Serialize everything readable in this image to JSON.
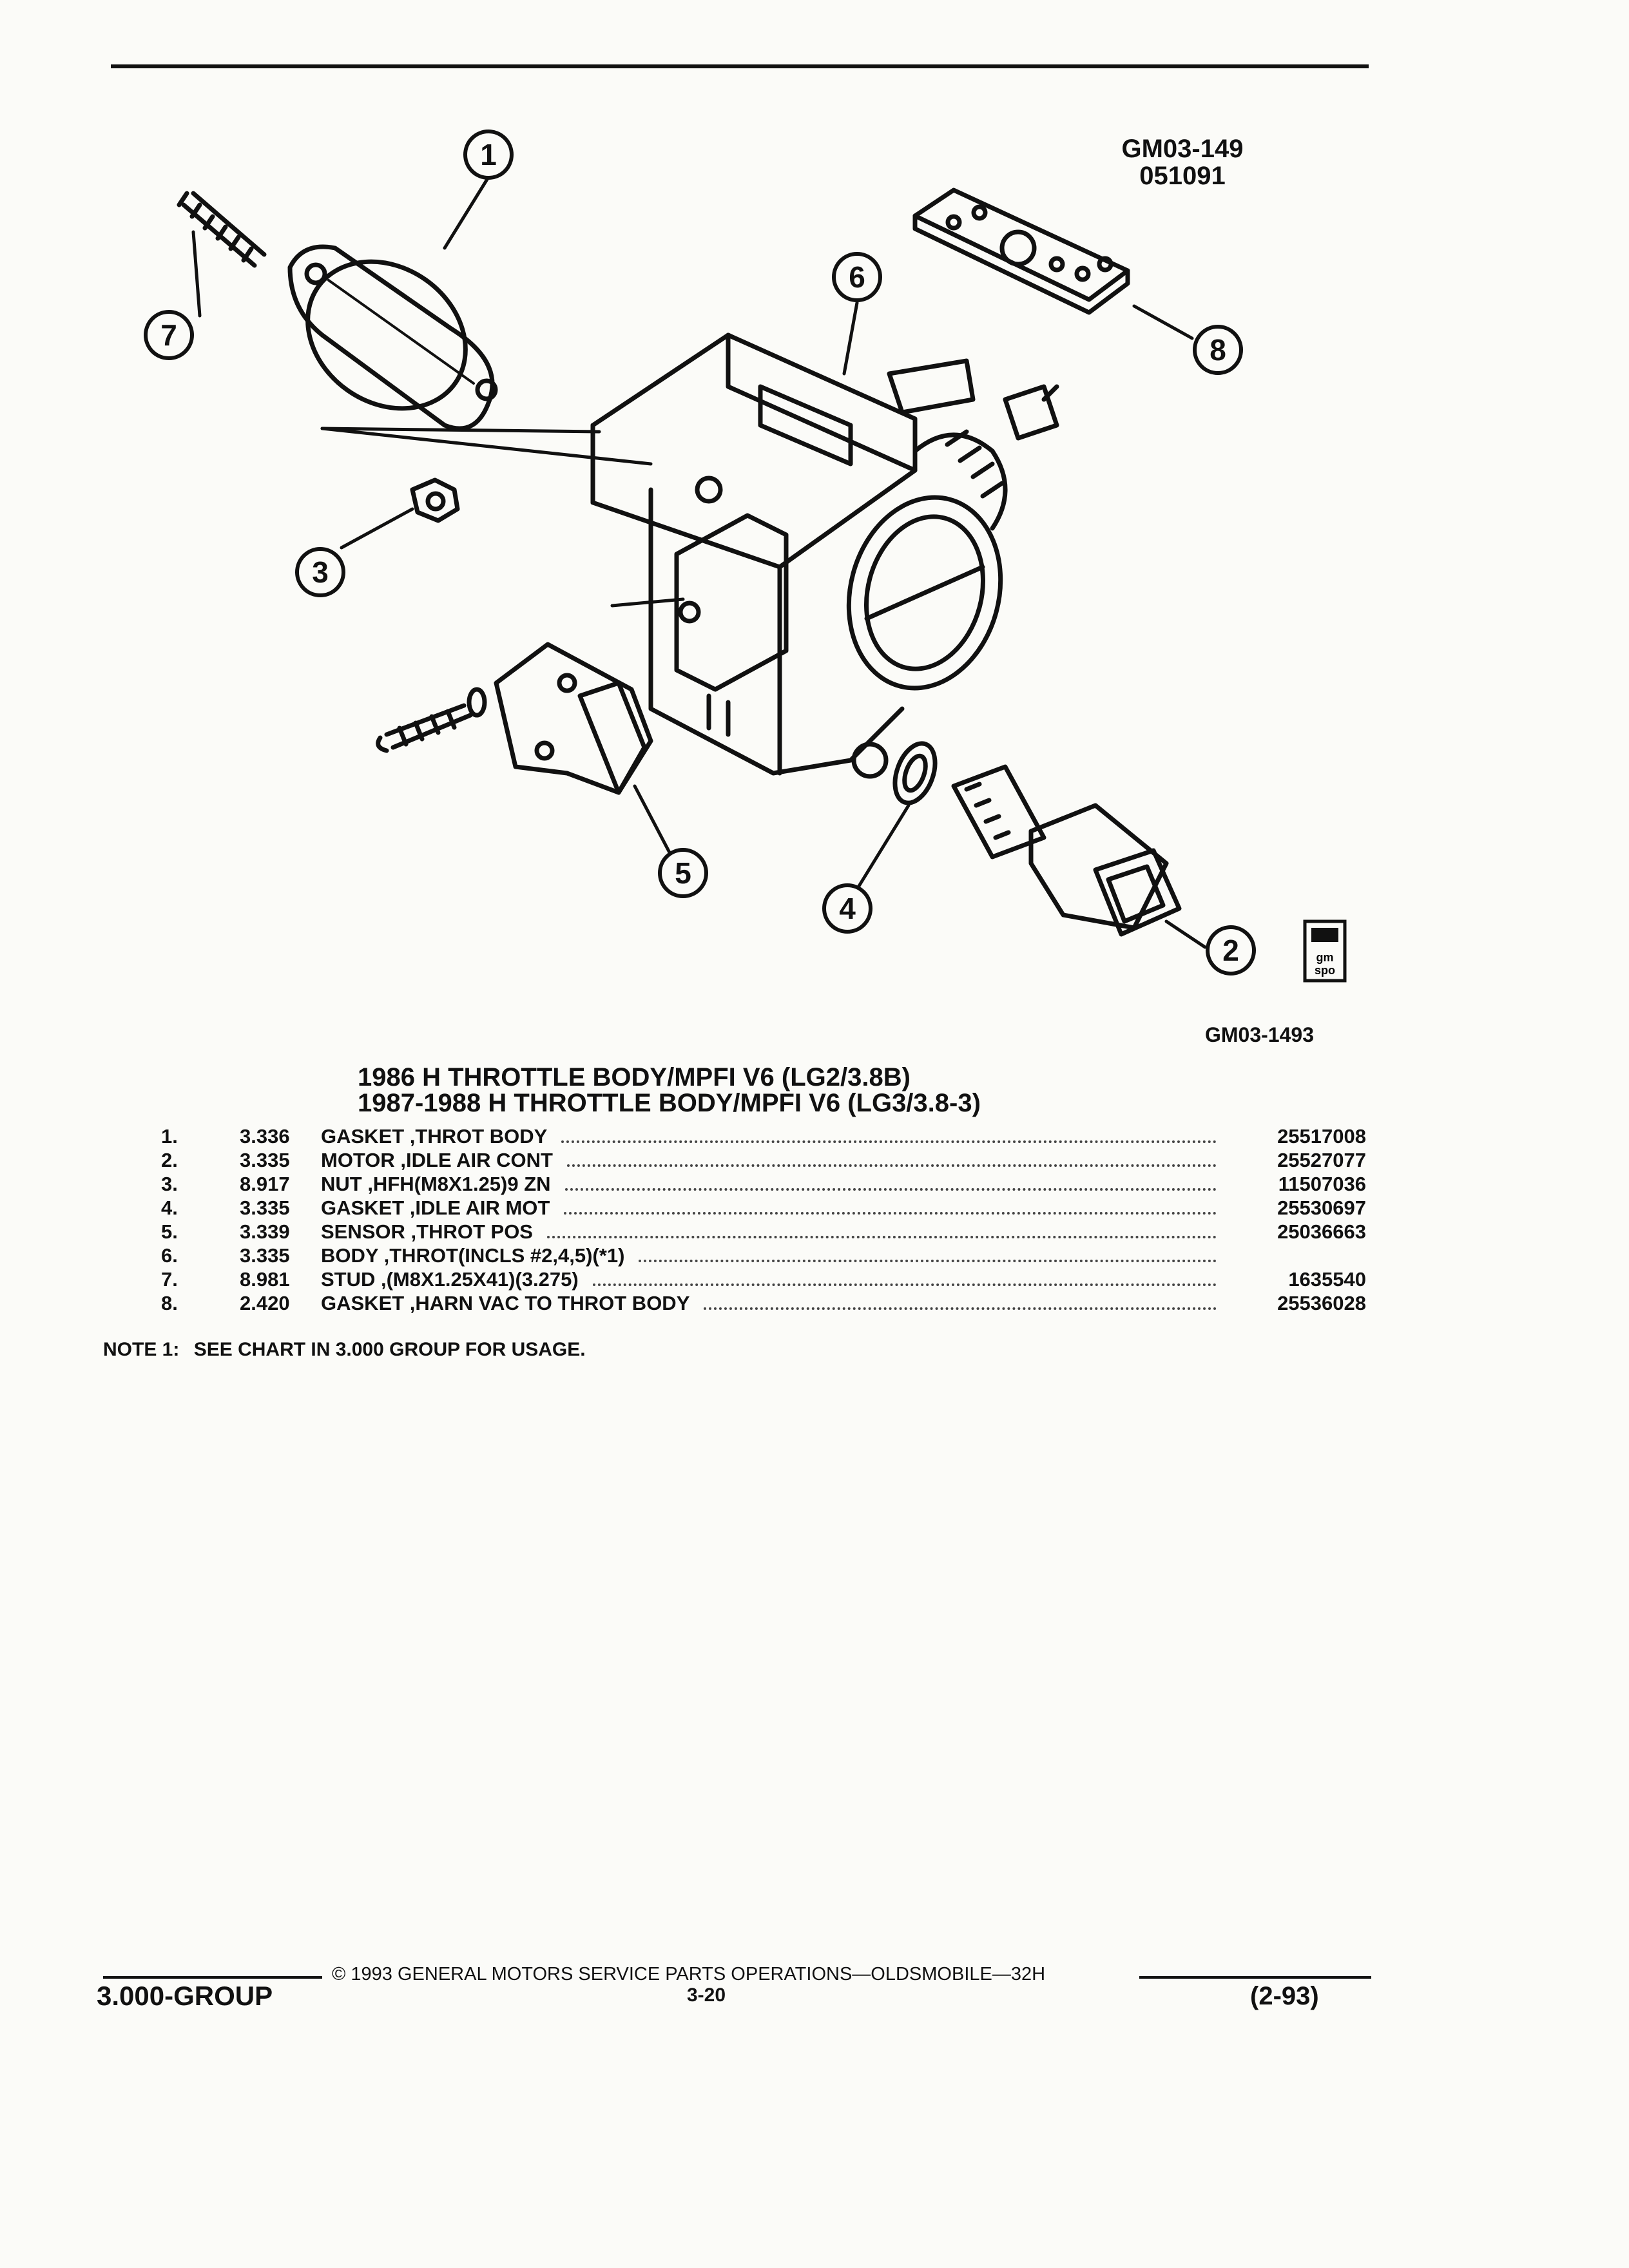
{
  "figure": {
    "ref_top_line1": "GM03-149",
    "ref_top_line2": "051091",
    "ref_bottom": "GM03-1493",
    "badge_text": "gm spo",
    "callouts": [
      "1",
      "2",
      "3",
      "4",
      "5",
      "6",
      "7",
      "8"
    ]
  },
  "titles": {
    "line1": "1986 H THROTTLE BODY/MPFI V6 (LG2/3.8B)",
    "line2": "1987-1988 H THROTTLE BODY/MPFI V6 (LG3/3.8-3)"
  },
  "parts": [
    {
      "num": "1.",
      "group": "3.336",
      "name": "GASKET",
      "detail": ",THROT BODY",
      "part_no": "25517008"
    },
    {
      "num": "2.",
      "group": "3.335",
      "name": "MOTOR",
      "detail": ",IDLE AIR CONT",
      "part_no": "25527077"
    },
    {
      "num": "3.",
      "group": "8.917",
      "name": "NUT",
      "detail": ",HFH(M8X1.25)9 ZN",
      "part_no": "11507036"
    },
    {
      "num": "4.",
      "group": "3.335",
      "name": "GASKET",
      "detail": ",IDLE AIR MOT",
      "part_no": "25530697"
    },
    {
      "num": "5.",
      "group": "3.339",
      "name": "SENSOR",
      "detail": ",THROT POS",
      "part_no": "25036663"
    },
    {
      "num": "6.",
      "group": "3.335",
      "name": "BODY",
      "detail": ",THROT(INCLS #2,4,5)(*1)",
      "part_no": ""
    },
    {
      "num": "7.",
      "group": "8.981",
      "name": "STUD",
      "detail": ",(M8X1.25X41)(3.275)",
      "part_no": "1635540"
    },
    {
      "num": "8.",
      "group": "2.420",
      "name": "GASKET",
      "detail": ",HARN VAC TO THROT BODY",
      "part_no": "25536028"
    }
  ],
  "note": {
    "label": "NOTE 1:",
    "text": "SEE CHART IN 3.000 GROUP FOR USAGE."
  },
  "footer": {
    "copyright": "© 1993 GENERAL MOTORS SERVICE PARTS OPERATIONS—OLDSMOBILE—32H",
    "group": "3.000-GROUP",
    "page": "3-20",
    "date": "(2-93)"
  }
}
